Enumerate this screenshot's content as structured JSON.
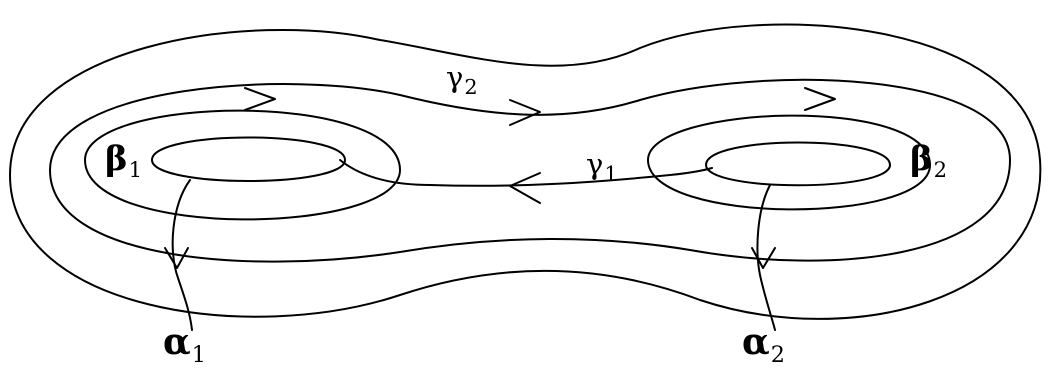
{
  "labels": {
    "gamma2": {
      "symbol": "γ",
      "index": "2"
    },
    "gamma1": {
      "symbol": "γ",
      "index": "1"
    },
    "beta1": {
      "symbol": "β",
      "index": "1"
    },
    "beta2": {
      "symbol": "β",
      "index": "2"
    },
    "alpha1": {
      "symbol": "α",
      "index": "1"
    },
    "alpha2": {
      "symbol": "α",
      "index": "2"
    }
  },
  "style": {
    "stroke": "#000000",
    "background": "#ffffff"
  }
}
